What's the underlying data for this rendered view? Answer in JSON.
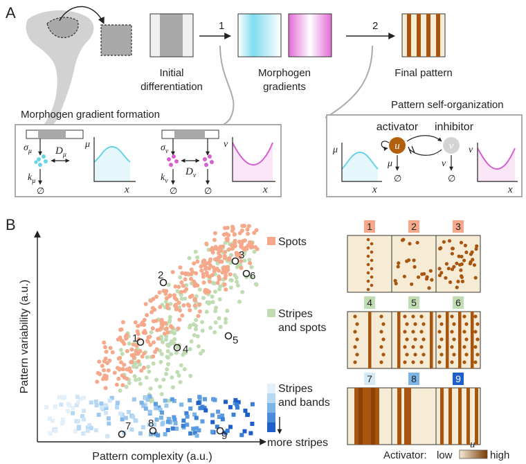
{
  "panel_a": {
    "letter": "A",
    "steps": {
      "initial": [
        "Initial",
        "differentiation"
      ],
      "morphogen": [
        "Morphogen",
        "gradients"
      ],
      "final": "Final pattern",
      "arrow1": "1",
      "arrow2": "2"
    },
    "gradient_formation": {
      "title": "Morphogen gradient formation",
      "sigma_mu": "σ",
      "sigma_mu_sub": "μ",
      "D_mu": "D",
      "D_mu_sub": "μ",
      "k_mu": "k",
      "k_mu_sub": "μ",
      "null": "∅",
      "sigma_nu": "σ",
      "sigma_nu_sub": "ν",
      "D_nu": "D",
      "D_nu_sub": "ν",
      "k_nu": "k",
      "k_nu_sub": "ν",
      "plot_mu_y": "μ",
      "plot_nu_y": "ν",
      "plot_x": "x"
    },
    "self_organization": {
      "title": "Pattern self-organization",
      "activator": "activator",
      "inhibitor": "inhibitor",
      "u": "u",
      "v": "v",
      "mu": "μ",
      "nu": "ν",
      "x": "x",
      "null": "∅"
    }
  },
  "panel_b": {
    "letter": "B",
    "xlabel": "Pattern complexity (a.u.)",
    "ylabel": "Pattern variability (a.u.)",
    "legend": {
      "spots": "Spots",
      "stripes_spots": [
        "Stripes",
        "and spots"
      ],
      "stripes_bands": [
        "Stripes",
        "and bands"
      ],
      "more_stripes": "more stripes"
    },
    "colors": {
      "spots": "#f5a98a",
      "stripes_spots": "#bfdcb3",
      "bands_light": "#d5e9f7",
      "bands_dark": "#1f5fc9",
      "pattern_bg": "#f6ecd6",
      "pattern_dark": "#a8560f"
    },
    "labels": [
      "1",
      "2",
      "3",
      "4",
      "5",
      "6",
      "7",
      "8",
      "9"
    ],
    "activator": {
      "label": "Activator:",
      "low": "low",
      "high": "high",
      "var": "u"
    }
  },
  "chart_data": {
    "type": "scatter",
    "xlabel": "Pattern complexity (a.u.)",
    "ylabel": "Pattern variability (a.u.)",
    "series": [
      {
        "name": "Spots"
      },
      {
        "name": "Stripes and spots"
      },
      {
        "name": "Stripes and bands"
      }
    ],
    "highlighted_points": [
      "1",
      "2",
      "3",
      "4",
      "5",
      "6",
      "7",
      "8",
      "9"
    ]
  }
}
